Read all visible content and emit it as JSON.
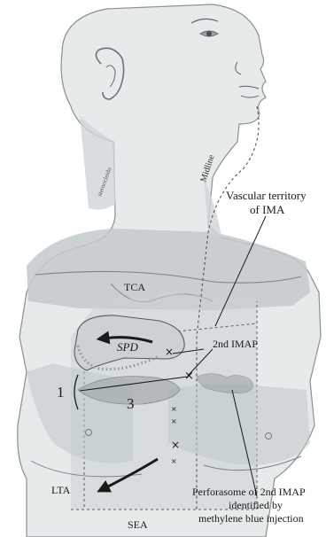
{
  "labels": {
    "vascular_territory_line1": "Vascular territory",
    "vascular_territory_line2": "of IMA",
    "midline": "Midline",
    "sternocleidomastoid_handwritten": "sternocleido",
    "tca": "TCA",
    "spd": "SPD",
    "imap": "2nd IMAP",
    "number_1": "1",
    "number_3": "3",
    "lta": "LTA",
    "sea": "SEA",
    "perforasome_line1": "Perforasome of 2nd IMAP",
    "perforasome_line2": "identified by",
    "perforasome_line3": "methylene blue injection"
  },
  "colors": {
    "background": "#ffffff",
    "skin": "#e4e9ea",
    "skin_outline": "#8a8f92",
    "shading": "#b9c0c3",
    "dark_region": "#9aa2a6",
    "flap": "#c9cdd0",
    "text": "#1a1a1a"
  },
  "markers": {
    "cross_symbol": "×"
  }
}
